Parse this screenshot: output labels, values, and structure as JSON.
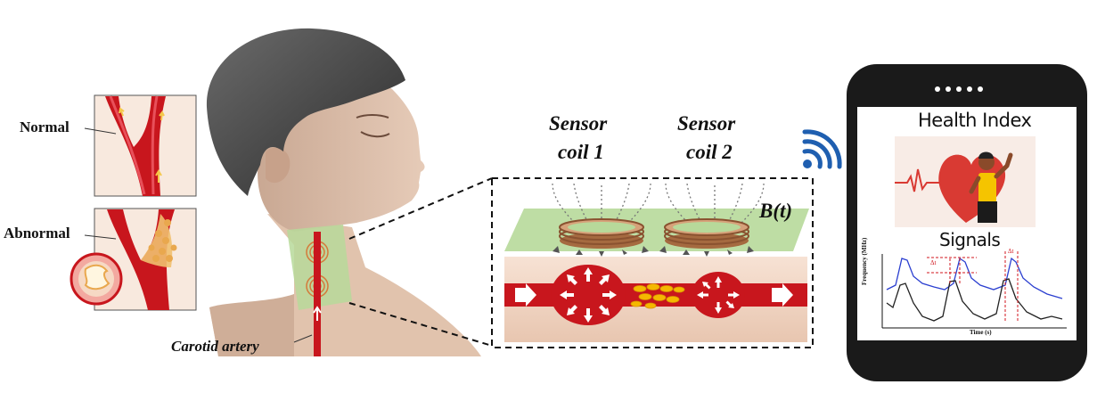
{
  "labels": {
    "normal": "Normal",
    "abnormal": "Abnormal",
    "carotid": "Carotid artery",
    "sensor1_line1": "Sensor",
    "sensor1_line2": "coil 1",
    "sensor2_line1": "Sensor",
    "sensor2_line2": "coil 2",
    "field": "B(t)"
  },
  "phone": {
    "title": "Health Index",
    "signals": "Signals",
    "ylabel": "Frequency (MHz)",
    "xlabel": "Time (s)",
    "delta_t": "Δt"
  },
  "colors": {
    "artery": "#c8161d",
    "sensor_plane": "#b7d99a",
    "skin": "#e3c4ae",
    "wifi": "#1f5fb0",
    "signal_blue": "#2b3fd0",
    "signal_black": "#222222",
    "plaque": "#f5b800"
  },
  "icons": [
    "wifi-icon",
    "heart-icon",
    "ecg-line-icon",
    "person-icon"
  ]
}
